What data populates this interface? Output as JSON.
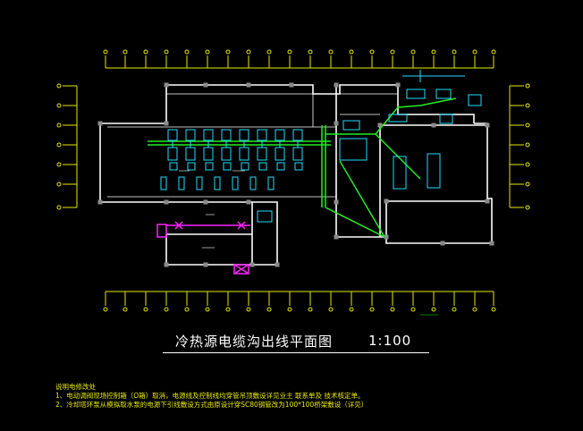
{
  "drawing": {
    "title": "冷热源电缆沟出线平面图",
    "scale": "1:100"
  },
  "notes": {
    "heading": "说明电修改处",
    "line1": "1、电动调阀现场控制箱（O箱）取消，电源线及控制线均穿管吊顶敷设详见业主    联系单及    技术核定单。",
    "line2": "2、冷却塔环泵从模拟取水泵的电源下引线敷设方式由原设计穿SC80钢管改为100*100桥架敷设（详见）"
  },
  "colors": {
    "background": "#000000",
    "walls": "#ffffff",
    "axis": "#ffff00",
    "cable_tray": "#00ff00",
    "equipment": "#00ffff",
    "highlight": "#ff00ff",
    "columns": "#808080"
  }
}
